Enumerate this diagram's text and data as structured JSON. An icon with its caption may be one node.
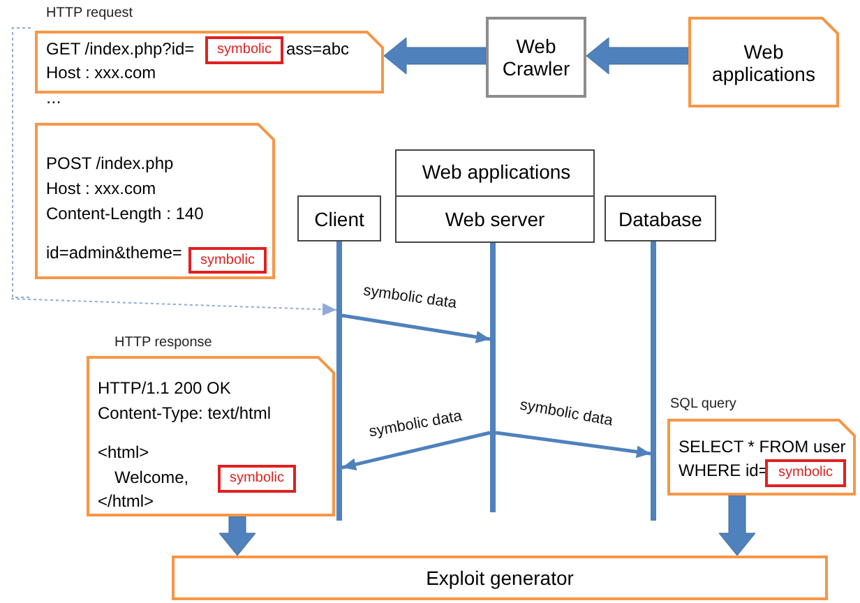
{
  "diagram": {
    "nodes": [
      {
        "text": [
          "HTTP request"
        ]
      },
      {
        "text": [
          "GET /index.php?id=",
          "ass=abc",
          "Host : xxx.com"
        ]
      },
      {
        "text": [
          "symbolic"
        ],
        "in": 1
      },
      {
        "text": [
          "Web Crawler"
        ]
      },
      {
        "text": [
          "Web applications"
        ]
      },
      {
        "text": [
          "POST /index.php",
          "Host : xxx.com",
          "Content-Length : 140",
          "id=admin&theme="
        ],
        "in": 0
      },
      {
        "text": [
          "symbolic"
        ],
        "in": 5
      },
      {
        "text": [
          "Web applications"
        ]
      },
      {
        "text": [
          "Client"
        ]
      },
      {
        "text": [
          "Web server"
        ],
        "in": 7
      },
      {
        "text": [
          "Database"
        ]
      },
      {
        "text": [],
        "shape": "bar"
      },
      {
        "text": [],
        "shape": "bar"
      },
      {
        "text": [],
        "shape": "bar"
      },
      {
        "text": [
          "HTTP/1.1 200 OK",
          "Content-Type: text/html",
          "<html>",
          "Welcome,",
          "</html>"
        ],
        "beside": [
          "HTTP response"
        ]
      },
      {
        "text": [
          "symbolic"
        ],
        "in": 14
      },
      {
        "text": [
          "SELECT * FROM user",
          "WHERE id="
        ],
        "beside": [
          "SQL query"
        ]
      },
      {
        "text": [
          "symbolic"
        ],
        "in": 16
      },
      {
        "text": [
          "Exploit generator"
        ]
      }
    ],
    "edges": [
      {
        "from": 3,
        "to": 1,
        "arrow": "to",
        "style": "thick"
      },
      {
        "from": 4,
        "to": 3,
        "arrow": "to",
        "style": "thick"
      },
      {
        "from": 0,
        "to": 11,
        "arrow": "to",
        "style": "dashed",
        "color": "#8eaadb"
      },
      {
        "from": 11,
        "to": 12,
        "arrow": "to",
        "label": "symbolic data"
      },
      {
        "from": 12,
        "to": 11,
        "arrow": "to",
        "label": "symbolic data"
      },
      {
        "from": 12,
        "to": 13,
        "arrow": "to",
        "label": "symbolic data"
      },
      {
        "from": 14,
        "to": 18,
        "arrow": "to",
        "style": "thick"
      },
      {
        "from": 16,
        "to": 18,
        "arrow": "to",
        "style": "thick"
      }
    ],
    "labels": [
      "..."
    ]
  }
}
